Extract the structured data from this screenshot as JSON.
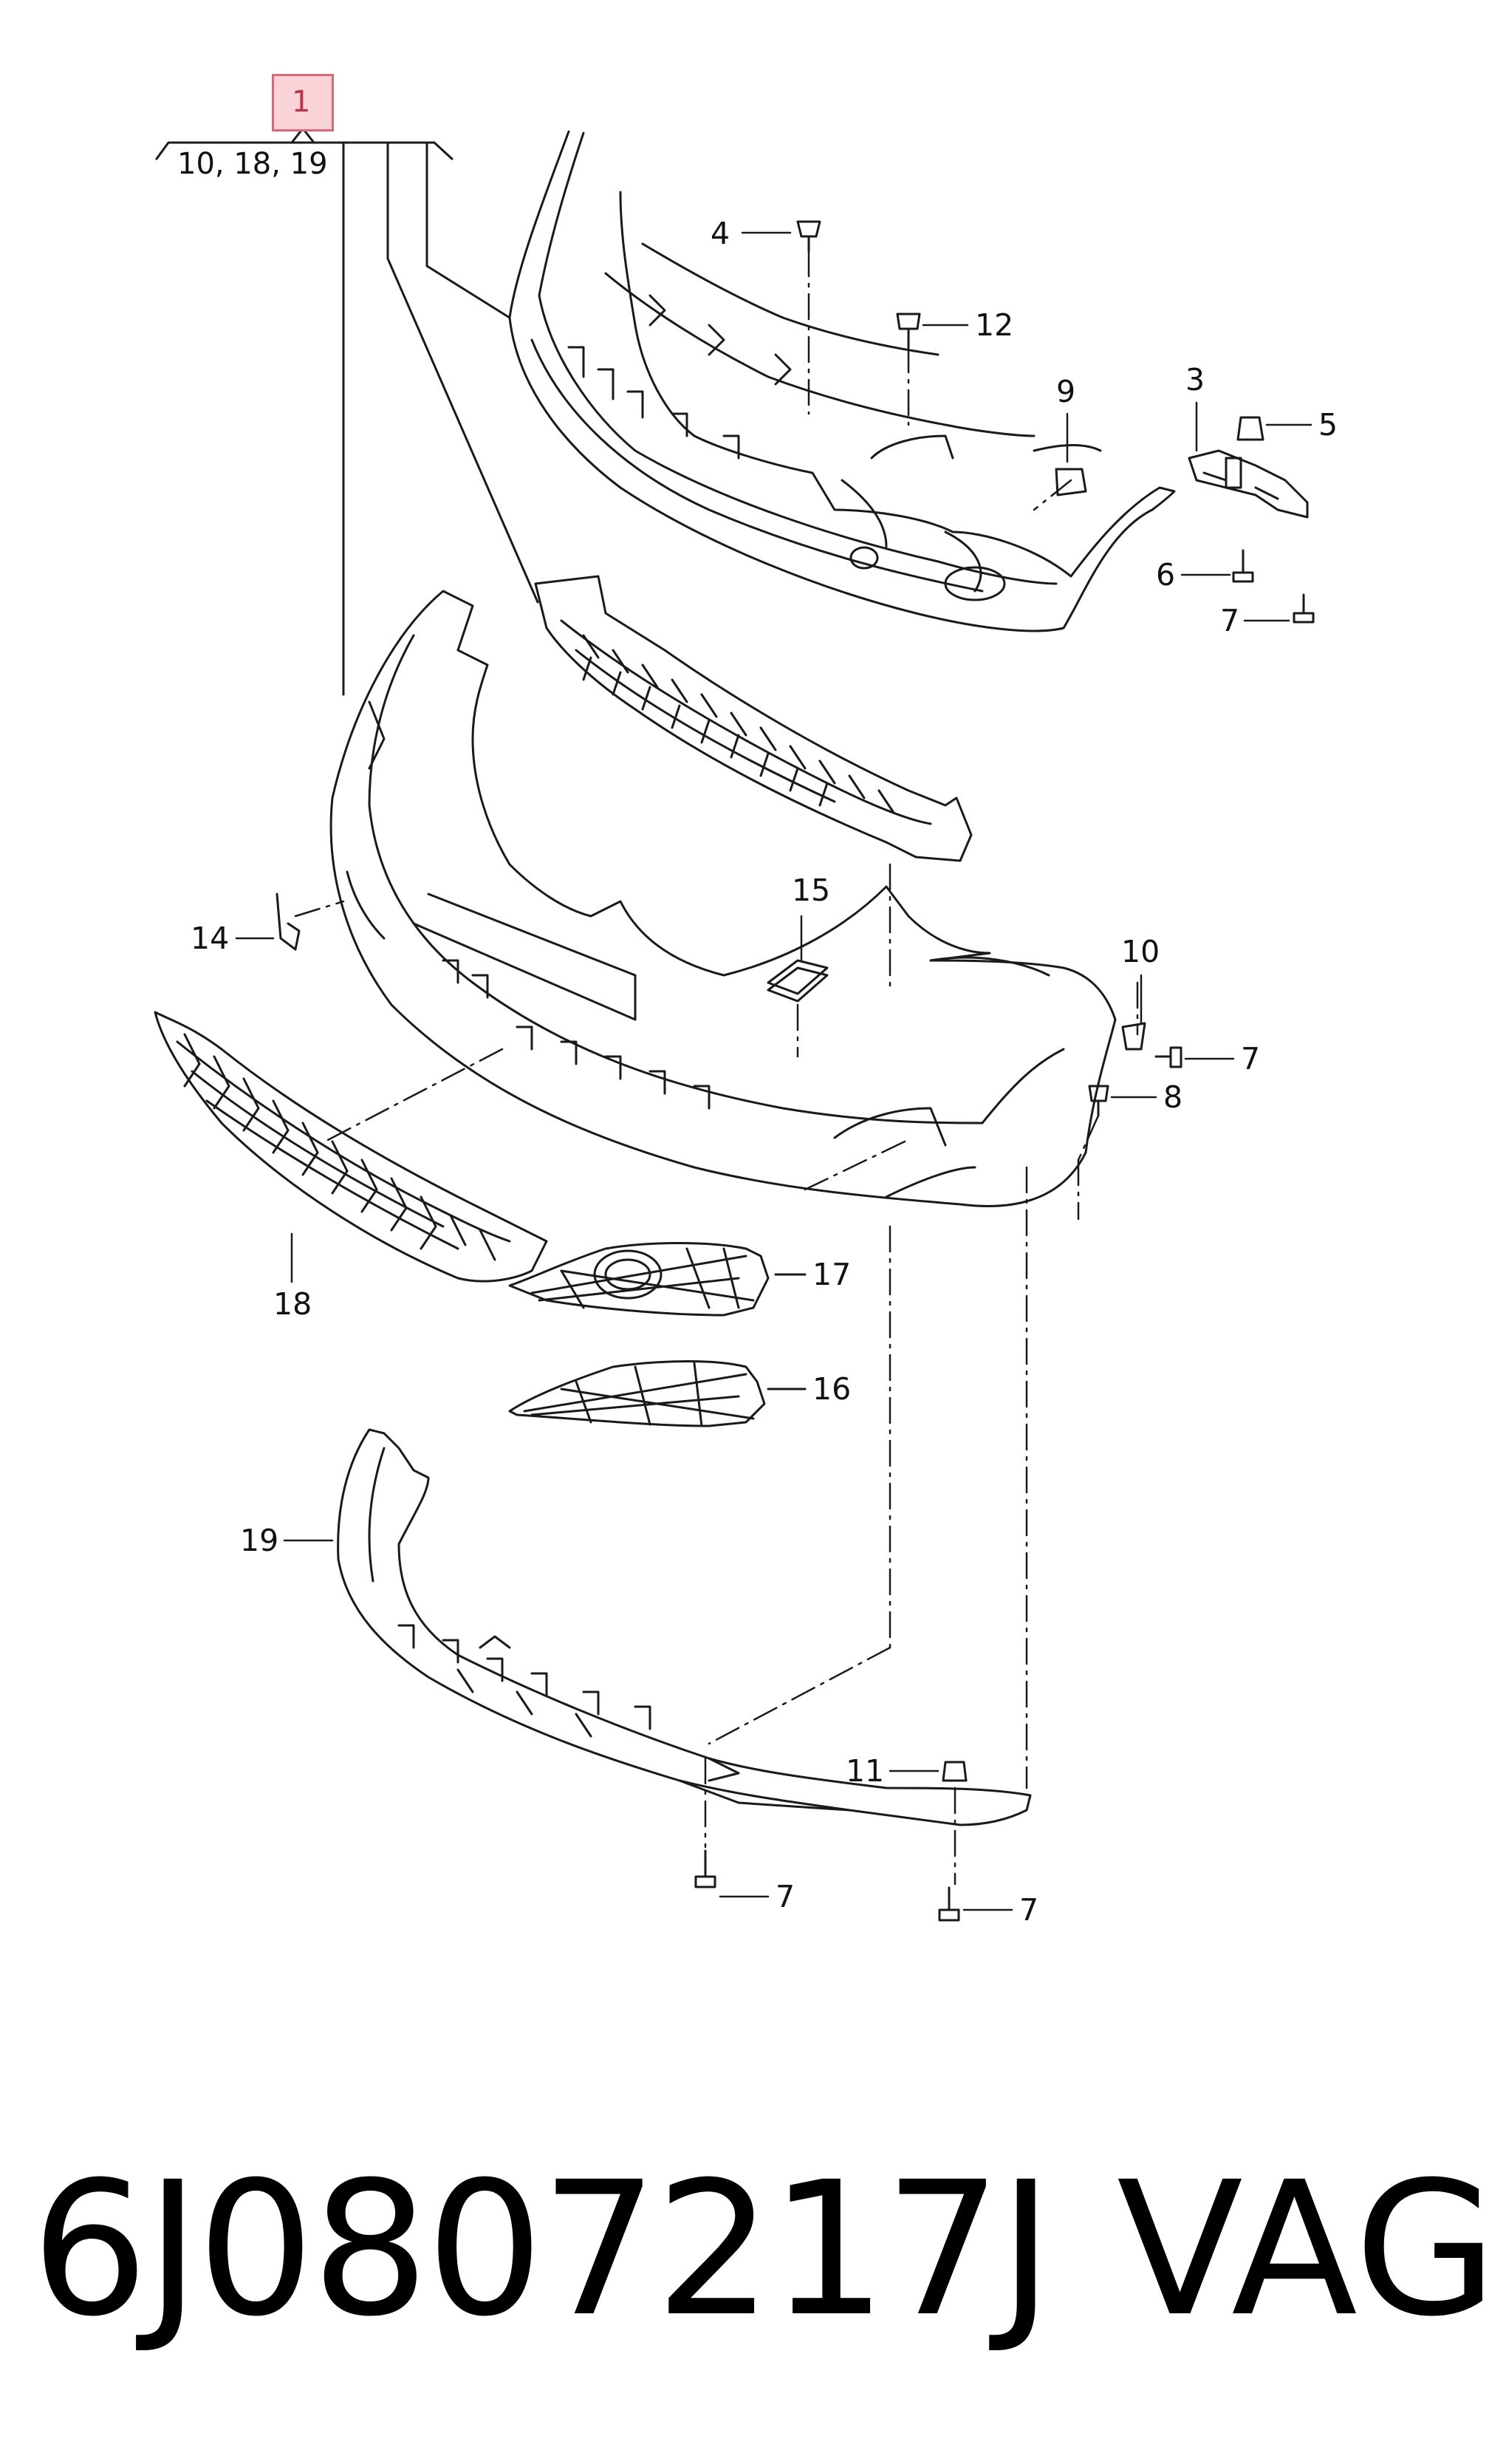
{
  "callout": {
    "number": "1",
    "kit_includes": "10, 18, 19",
    "highlight_fill": "#f9d3d8",
    "highlight_stroke": "#d9687a"
  },
  "labels": {
    "n2_4": "4",
    "n_12": "12",
    "n_9": "9",
    "n_3": "3",
    "n_5": "5",
    "n_6": "6",
    "n_7a": "7",
    "n_15": "15",
    "n_14": "14",
    "n_10": "10",
    "n_7b": "7",
    "n_8": "8",
    "n_17": "17",
    "n_18": "18",
    "n_16": "16",
    "n_19": "19",
    "n_11": "11",
    "n_7c": "7",
    "n_7d": "7"
  },
  "footer": {
    "part_number": "6J0807217J",
    "brand": "VAG"
  }
}
